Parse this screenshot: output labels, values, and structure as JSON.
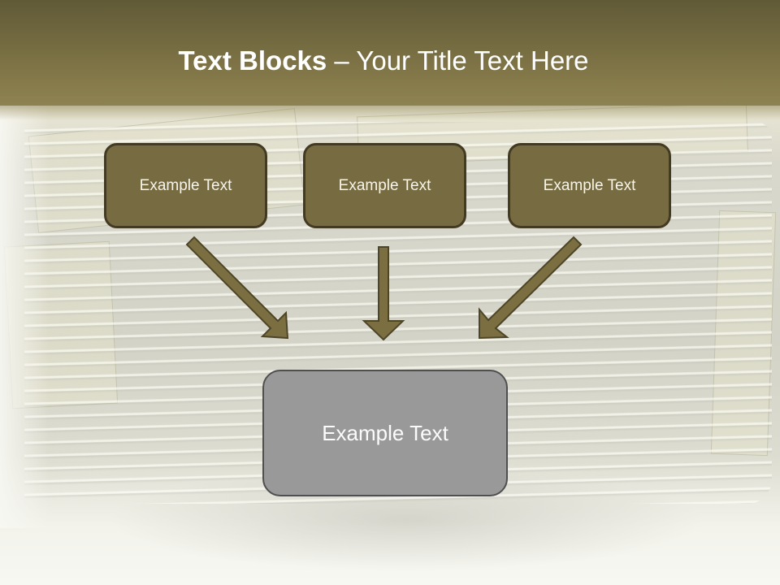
{
  "slide": {
    "title": {
      "bold": "Text Blocks",
      "separator": " – ",
      "regular": "Your Title Text Here"
    },
    "top_boxes": [
      {
        "label": "Example Text"
      },
      {
        "label": "Example Text"
      },
      {
        "label": "Example Text"
      }
    ],
    "bottom_box": {
      "label": "Example Text"
    },
    "arrows": [
      {
        "direction": "down-right"
      },
      {
        "direction": "down"
      },
      {
        "direction": "down-left"
      }
    ],
    "colors": {
      "header_top": "#605a37",
      "header_bottom": "#8c8150",
      "box_fill": "#776b41",
      "box_border": "#423a22",
      "arrow_fill": "#7b6e40",
      "arrow_border": "#4d4527",
      "bottom_box_fill": "#999999",
      "bottom_box_border": "#4f4f4f"
    }
  }
}
